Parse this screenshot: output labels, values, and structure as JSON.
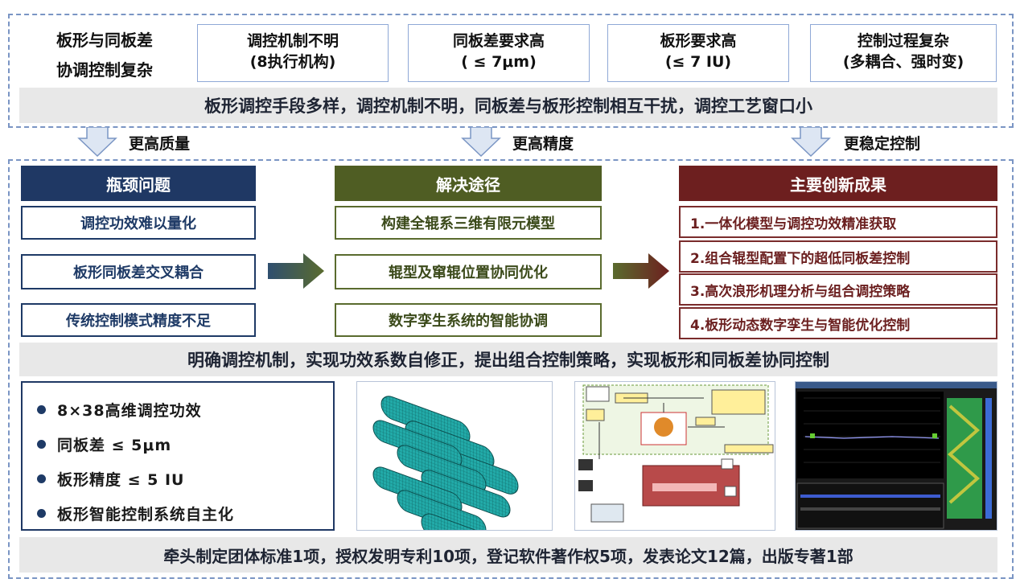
{
  "top": {
    "title_lines": [
      "板形与同板差",
      "协调控制复杂"
    ],
    "boxes": [
      {
        "line1": "调控机制不明",
        "line2": "(8执行机构)"
      },
      {
        "line1": "同板差要求高",
        "line2": "( ≤ 7μm)"
      },
      {
        "line1": "板形要求高",
        "line2": "(≤ 7 IU)"
      },
      {
        "line1": "控制过程复杂",
        "line2": "(多耦合、强时变)"
      }
    ],
    "summary": "板形调控手段多样，调控机制不明，同板差与板形控制相互干扰，调控工艺窗口小"
  },
  "transitions": [
    "更高质量",
    "更高精度",
    "更稳定控制"
  ],
  "columns": {
    "bottleneck": {
      "header": "瓶颈问题",
      "items": [
        "调控功效难以量化",
        "板形同板差交叉耦合",
        "传统控制模式精度不足"
      ],
      "color": "#1f3864"
    },
    "solution": {
      "header": "解决途径",
      "items": [
        "构建全辊系三维有限元模型",
        "辊型及窜辊位置协同优化",
        "数字孪生系统的智能协调"
      ],
      "color": "#4f5d23"
    },
    "innovation": {
      "header": "主要创新成果",
      "items": [
        "1.一体化模型与调控功效精准获取",
        "2.组合辊型配置下的超低同板差控制",
        "3.高次浪形机理分析与组合调控策略",
        "4.板形动态数字孪生与智能优化控制"
      ],
      "color": "#6d1f1f"
    }
  },
  "middle_summary": "明确调控机制，实现功效系数自修正，提出组合控制策略，实现板形和同板差协同控制",
  "achievements": [
    "8×38高维调控功效",
    "同板差 ≤ 5μm",
    "板形精度 ≤ 5 IU",
    "板形智能控制系统自主化"
  ],
  "bottom_summary": "牵头制定团体标准1项，授权发明专利10项，登记软件著作权5项，发表论文12篇，出版专著1部",
  "colors": {
    "arrow_fill": "#dde6f3",
    "arrow_stroke": "#7a95c4",
    "mesh": "#1fa3a3",
    "gray_bar": "#e8e8e8"
  }
}
